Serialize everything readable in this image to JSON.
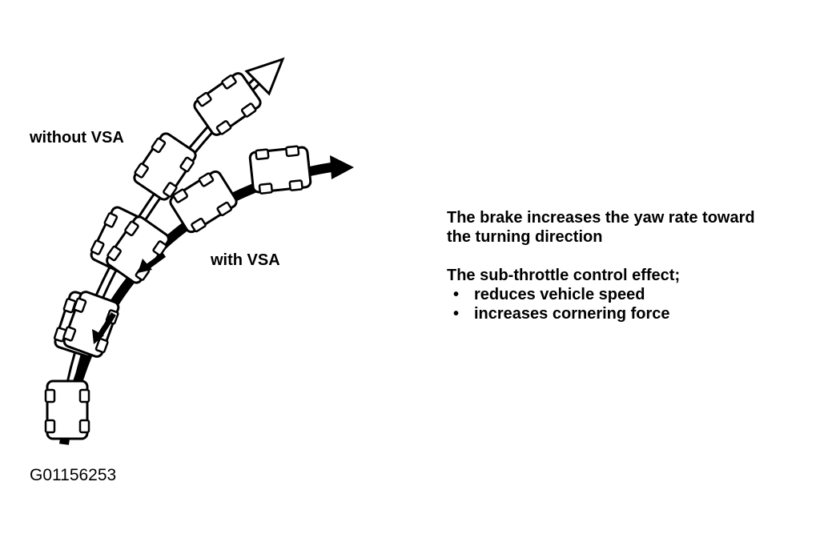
{
  "labels": {
    "without_vsa": "without VSA",
    "with_vsa": "with VSA",
    "figure_code": "G01156253"
  },
  "description": {
    "brake_line1": "The brake increases the yaw rate toward",
    "brake_line2": "the turning direction",
    "control_intro": "The sub-throttle control effect;",
    "bullets": [
      "reduces vehicle speed",
      "increases cornering force"
    ]
  },
  "colors": {
    "ink": "#000000",
    "paper": "#ffffff"
  }
}
